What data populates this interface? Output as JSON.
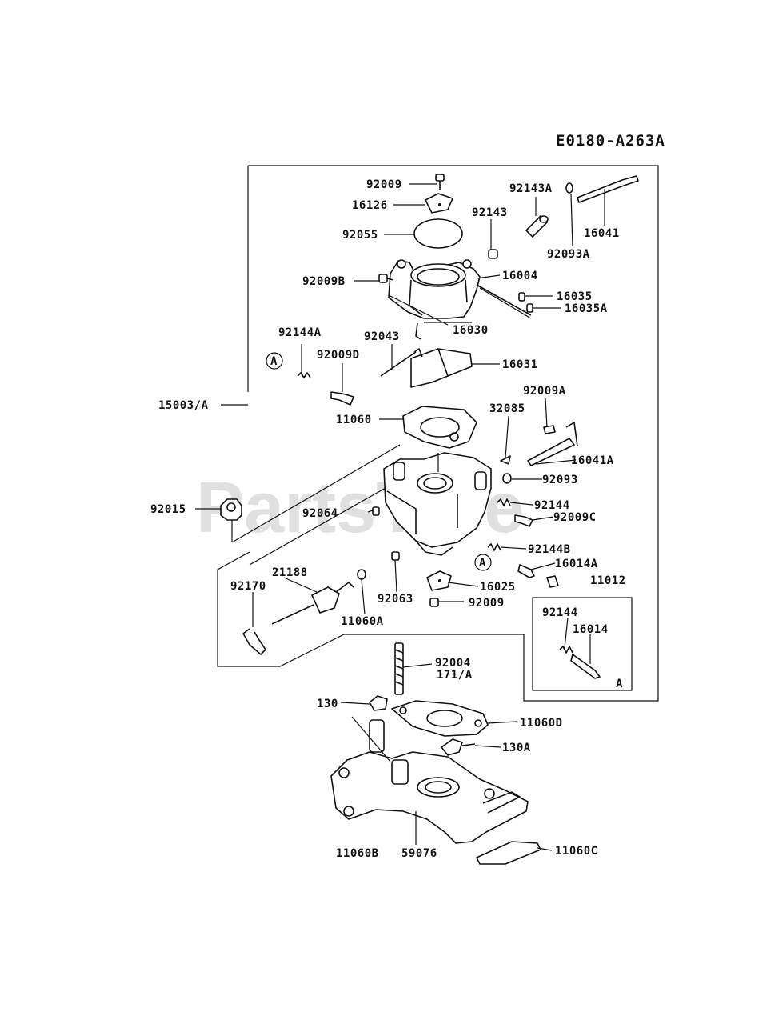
{
  "diagram_code": "E0180-A263A",
  "watermark": "PartsTree",
  "callout_marker": "A",
  "parts": {
    "p92009_top": "92009",
    "p16126": "16126",
    "p92055": "92055",
    "p92143A": "92143A",
    "p92143": "92143",
    "p16041": "16041",
    "p92093A": "92093A",
    "p92009B": "92009B",
    "p16004": "16004",
    "p16035": "16035",
    "p16035A": "16035A",
    "p16030": "16030",
    "p92144A": "92144A",
    "p92043": "92043",
    "p92009D": "92009D",
    "p16031": "16031",
    "p15003A": "15003/A",
    "p92009A": "92009A",
    "p11060": "11060",
    "p32085": "32085",
    "p16041A": "16041A",
    "p92093": "92093",
    "p92015": "92015",
    "p92064": "92064",
    "p92144": "92144",
    "p92009C": "92009C",
    "p92144B": "92144B",
    "p16014A": "16014A",
    "p11012": "11012",
    "p21188": "21188",
    "p92170": "92170",
    "p11060A": "11060A",
    "p92063": "92063",
    "p16025": "16025",
    "p92009_low": "92009",
    "inset_92144": "92144",
    "inset_16014": "16014",
    "inset_A": "A",
    "p92004": "92004",
    "p171A": "171/A",
    "p130": "130",
    "p11060D": "11060D",
    "p130A": "130A",
    "p11060B": "11060B",
    "p59076": "59076",
    "p11060C": "11060C"
  }
}
